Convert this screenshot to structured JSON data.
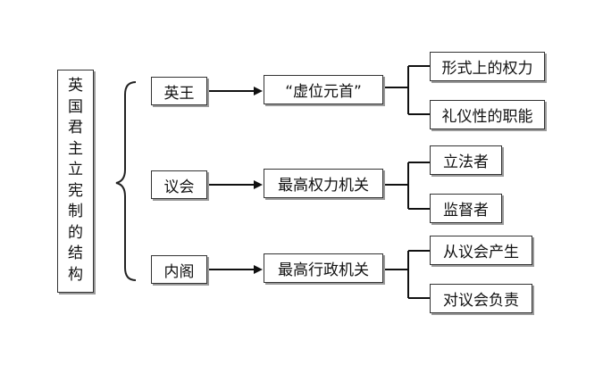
{
  "title_chars": [
    "英",
    "国",
    "君",
    "主",
    "立",
    "宪",
    "制",
    "的",
    "结",
    "构"
  ],
  "branches": [
    {
      "name": "英王",
      "role": "“虚位元首”",
      "details": [
        "形式上的权力",
        "礼仪性的职能"
      ]
    },
    {
      "name": "议会",
      "role": "最高权力机关",
      "details": [
        "立法者",
        "监督者"
      ]
    },
    {
      "name": "内阁",
      "role": "最高行政机关",
      "details": [
        "从议会产生",
        "对议会负责"
      ]
    }
  ]
}
